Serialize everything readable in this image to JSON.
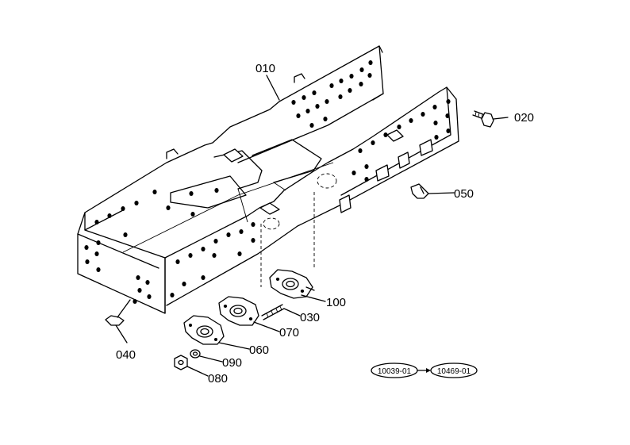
{
  "callouts": {
    "p010": "010",
    "p020": "020",
    "p030": "030",
    "p040": "040",
    "p050": "050",
    "p060": "060",
    "p070": "070",
    "p080": "080",
    "p090": "090",
    "p100": "100"
  },
  "reference": {
    "from": "10039-01",
    "to": "10469-01"
  }
}
